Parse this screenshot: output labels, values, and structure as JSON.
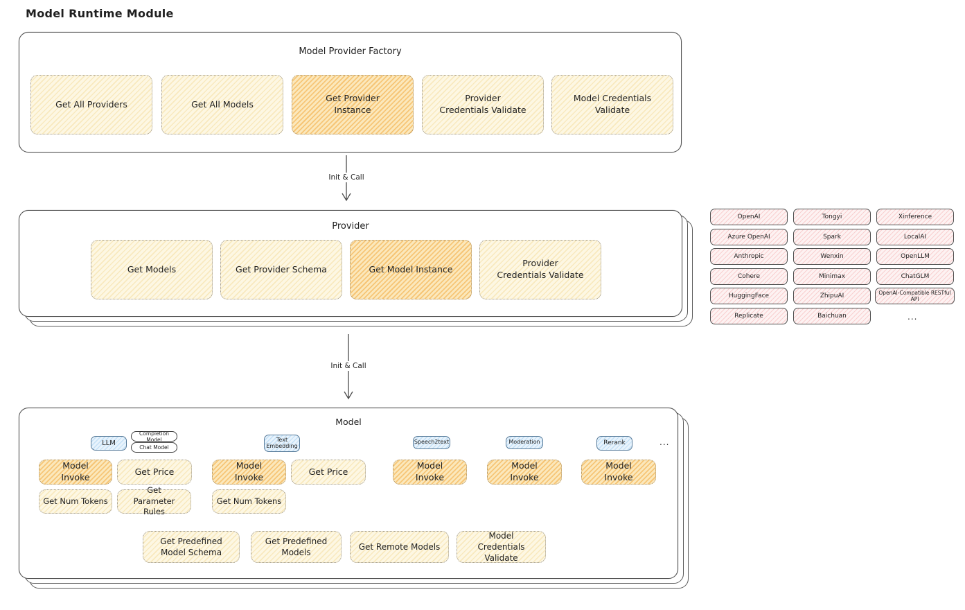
{
  "page_title": "Model Runtime Module",
  "factory": {
    "title": "Model Provider Factory",
    "buttons": [
      "Get All Providers",
      "Get All Models",
      "Get Provider Instance",
      "Provider Credentials Validate",
      "Model Credentials Validate"
    ]
  },
  "flow": {
    "arrow1_label": "Init & Call",
    "arrow2_label": "Init & Call"
  },
  "provider": {
    "title": "Provider",
    "buttons": [
      "Get Models",
      "Get Provider Schema",
      "Get Model Instance",
      "Provider Credentials Validate"
    ]
  },
  "provider_list": {
    "items": [
      "OpenAI",
      "Tongyi",
      "Xinference",
      "Azure OpenAI",
      "Spark",
      "LocalAI",
      "Anthropic",
      "Wenxin",
      "OpenLLM",
      "Cohere",
      "Minimax",
      "ChatGLM",
      "HuggingFace",
      "ZhipuAI",
      "OpenAI-Compatible RESTful API",
      "Replicate",
      "Baichuan"
    ],
    "ellipsis": "..."
  },
  "model": {
    "title": "Model",
    "tabs": [
      "LLM",
      "Completion Model",
      "Chat Model",
      "Text Embedding",
      "Speech2text",
      "Moderation",
      "Rerank"
    ],
    "tabs_ellipsis": "...",
    "action_buttons": [
      "Model Invoke",
      "Get Price",
      "Model Invoke",
      "Get Price",
      "Model Invoke",
      "Model Invoke",
      "Model Invoke",
      "Get Num Tokens",
      "Get Parameter Rules",
      "Get Num Tokens"
    ],
    "bottom_buttons": [
      "Get Predefined Model Schema",
      "Get Predefined Models",
      "Get Remote Models",
      "Model Credentials Validate"
    ]
  },
  "colors": {
    "highlight_orange": "#f2a638",
    "cream_yellow": "#fdf7e3",
    "provider_pink": "#f6c9c9",
    "tab_blue": "#d9ecfa",
    "box_border": "#4d4d4d"
  }
}
